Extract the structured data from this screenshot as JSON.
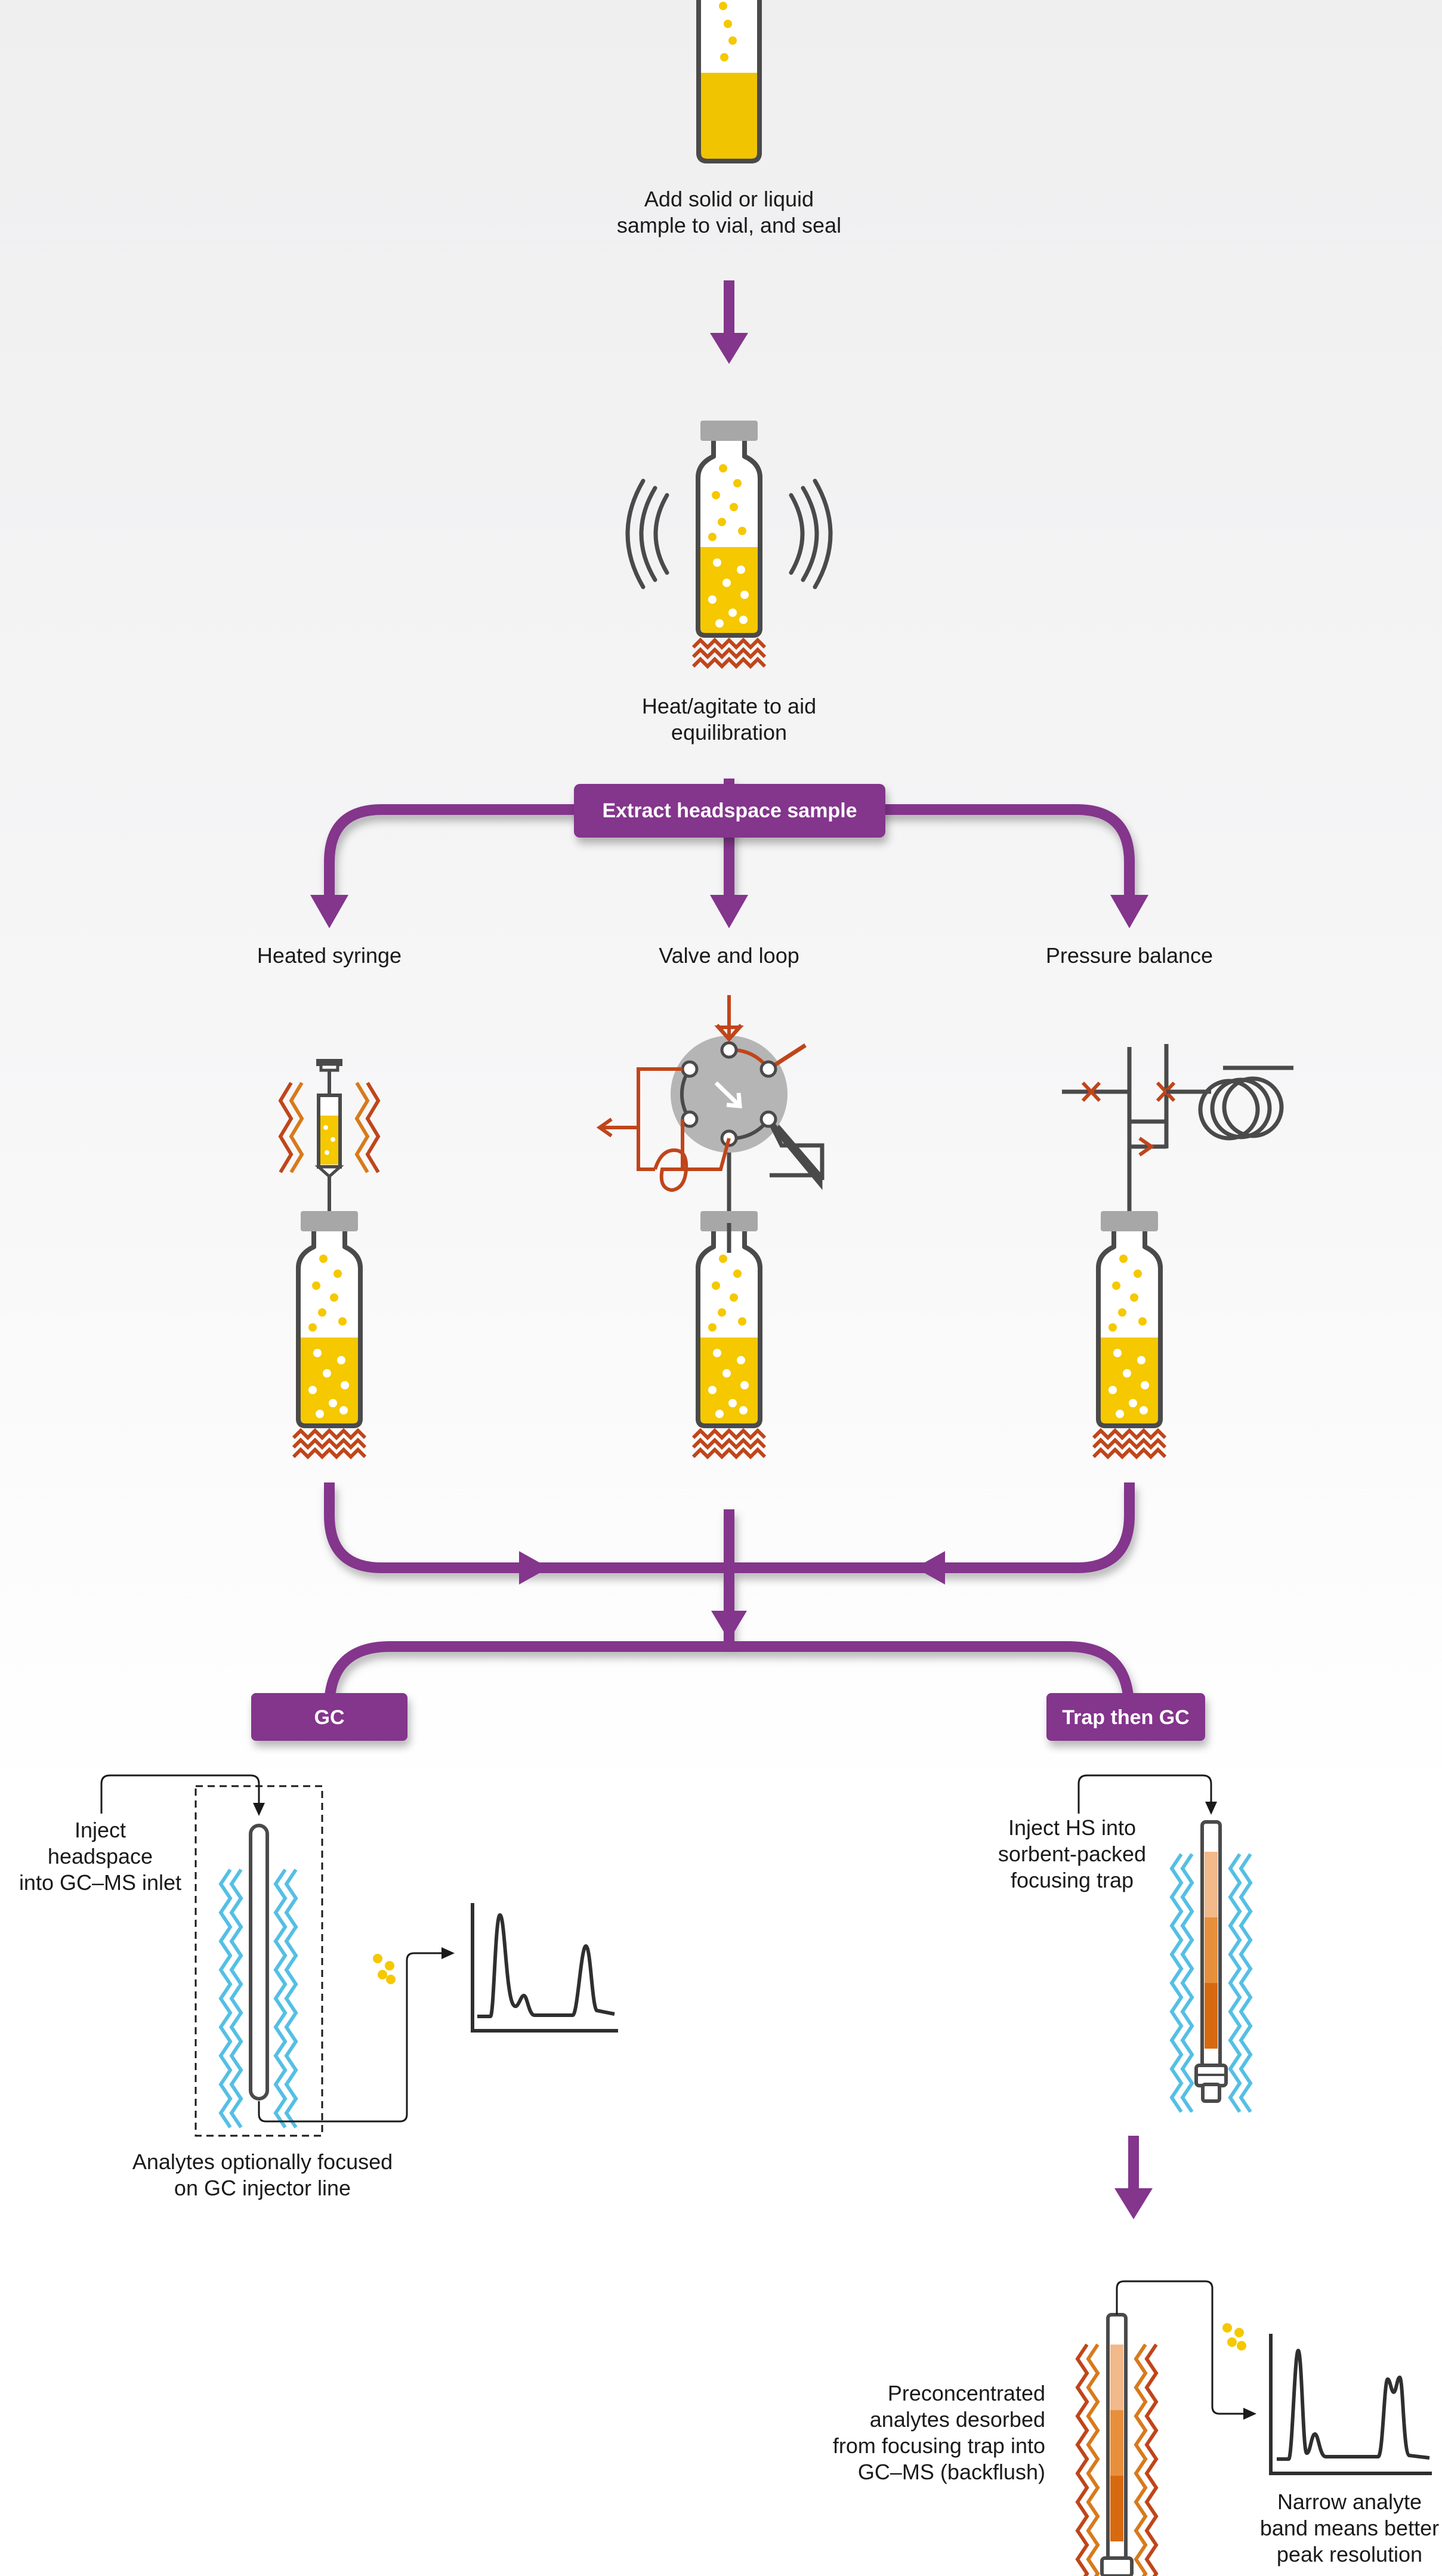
{
  "steps": {
    "add_sample": [
      "Add solid or liquid",
      "sample to vial, and seal"
    ],
    "heat_agitate": [
      "Heat/agitate to aid",
      "equilibration"
    ]
  },
  "extract_pill": "Extract headspace sample",
  "methods": {
    "heated_syringe": "Heated syringe",
    "valve_loop": "Valve and loop",
    "pressure_balance": "Pressure balance"
  },
  "routes": {
    "gc_pill": "GC",
    "trap_pill": "Trap then GC"
  },
  "gc_branch": {
    "inject_text": [
      "Inject",
      "headspace",
      "into GC–MS inlet"
    ],
    "focus_text": [
      "Analytes optionally focused",
      "on GC injector line"
    ]
  },
  "trap_branch": {
    "inject_text": [
      "Inject HS into",
      "sorbent-packed",
      "focusing trap"
    ],
    "desorb_text": [
      "Preconcentrated",
      "analytes desorbed",
      "from focusing trap into",
      "GC–MS (backflush)"
    ],
    "result_text": [
      "Narrow analyte",
      "band means better",
      "peak resolution"
    ]
  },
  "colors": {
    "purple": "#84358c",
    "yellow": "#f5c800",
    "orange_red": "#c0451a",
    "cyan": "#55bfe4",
    "dark_gray": "#4a4a4a",
    "cap_gray": "#a7a7a7"
  },
  "icons": [
    "sample-vial-icon",
    "agitated-vial-icon",
    "heater-zigzag-icon",
    "syringe-icon",
    "six-port-valve-icon",
    "sample-loop-icon",
    "pressure-valve-icon",
    "coil-icon",
    "gc-column-icon",
    "cooling-wave-icon",
    "heating-wave-icon",
    "focusing-trap-icon",
    "chromatogram-icon",
    "analyte-dots-icon"
  ]
}
